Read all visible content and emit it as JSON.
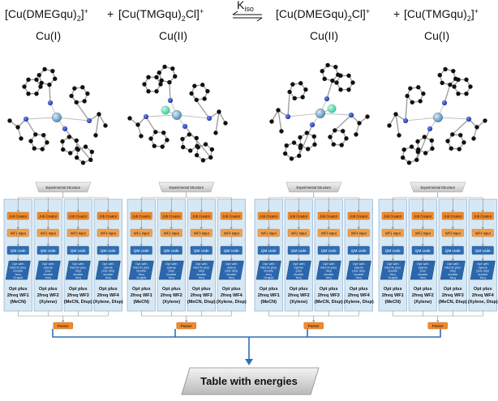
{
  "equation": {
    "species": [
      {
        "formula_main": "[Cu(DMEGqu)",
        "formula_sub": "2",
        "formula_tail": "]",
        "charge": "+",
        "oxidation": "Cu(I)"
      },
      {
        "formula_main": "[Cu(TMGqu)",
        "formula_sub": "2",
        "formula_tail": "Cl]",
        "charge": "+",
        "oxidation": "Cu(II)"
      },
      {
        "formula_main": "[Cu(DMEGqu)",
        "formula_sub": "2",
        "formula_tail": "Cl]",
        "charge": "+",
        "oxidation": "Cu(II)"
      },
      {
        "formula_main": "[Cu(TMGqu)",
        "formula_sub": "2",
        "formula_tail": "]",
        "charge": "+",
        "oxidation": "Cu(I)"
      }
    ],
    "plus": "+",
    "k_main": "K",
    "k_sub": "iso"
  },
  "workflow": {
    "experimental_structure": "Experimental Structure",
    "job_creator": "Job Creator",
    "wf_inputs": [
      "WF1 input",
      "WF2 input",
      "WF3 input",
      "WF4 input"
    ],
    "qm_code": "QM code",
    "freq_texts": [
      "Opt with MeCN plus double freq Output",
      "Opt with xylene plus double freq Output",
      "Opt with MeCN plus disp double freq Output",
      "Opt with xylene plus disp double freq Output"
    ],
    "results": [
      {
        "l1": "Opt plus",
        "l2": "2freq WF1",
        "l3": "(MeCN)"
      },
      {
        "l1": "Opt plus",
        "l2": "2freq WF2",
        "l3": "(Xylene)"
      },
      {
        "l1": "Opt plus",
        "l2": "2freq WF3",
        "l3": "(MeCN, Disp)"
      },
      {
        "l1": "Opt plus",
        "l2": "2freq WF4",
        "l3": "(Xylene, Disp)"
      }
    ],
    "parser": "Parser",
    "table": "Table with energies"
  },
  "colors": {
    "job_creator": "#f08a2c",
    "wf_input": "#f3a04a",
    "qm_code": "#2f6fb5",
    "freq_box": "#2a67ad",
    "panel": "#d7e8f5",
    "arrow": "#2f6fb5",
    "atom_c": "#111111",
    "atom_n": "#1f3fb0",
    "atom_cu": "#6aa2c8",
    "atom_cl": "#4fd1a8"
  }
}
